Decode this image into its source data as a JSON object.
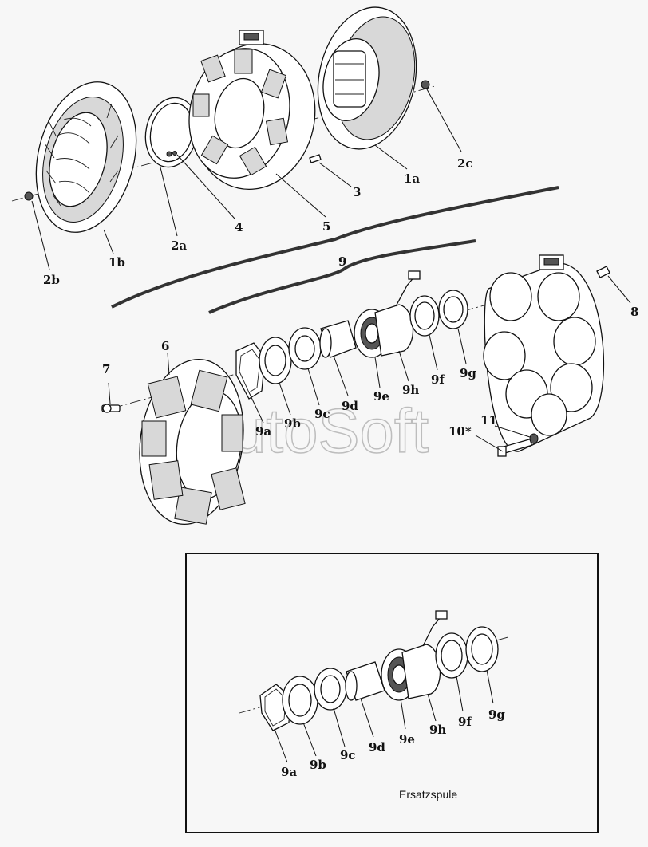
{
  "watermark": "AutoSoft",
  "callouts": {
    "c1a": "1a",
    "c1b": "1b",
    "c2a": "2a",
    "c2b": "2b",
    "c2c": "2c",
    "c3": "3",
    "c4": "4",
    "c5": "5",
    "c6": "6",
    "c7": "7",
    "c8": "8",
    "c9": "9",
    "c9a": "9a",
    "c9b": "9b",
    "c9c": "9c",
    "c9d": "9d",
    "c9e": "9e",
    "c9f": "9f",
    "c9g": "9g",
    "c9h": "9h",
    "c10": "10*",
    "c11": "11"
  },
  "inset": {
    "labels": {
      "i9a": "9a",
      "i9b": "9b",
      "i9c": "9c",
      "i9d": "9d",
      "i9e": "9e",
      "i9f": "9f",
      "i9g": "9g",
      "i9h": "9h"
    },
    "caption": "Ersatzspule"
  }
}
